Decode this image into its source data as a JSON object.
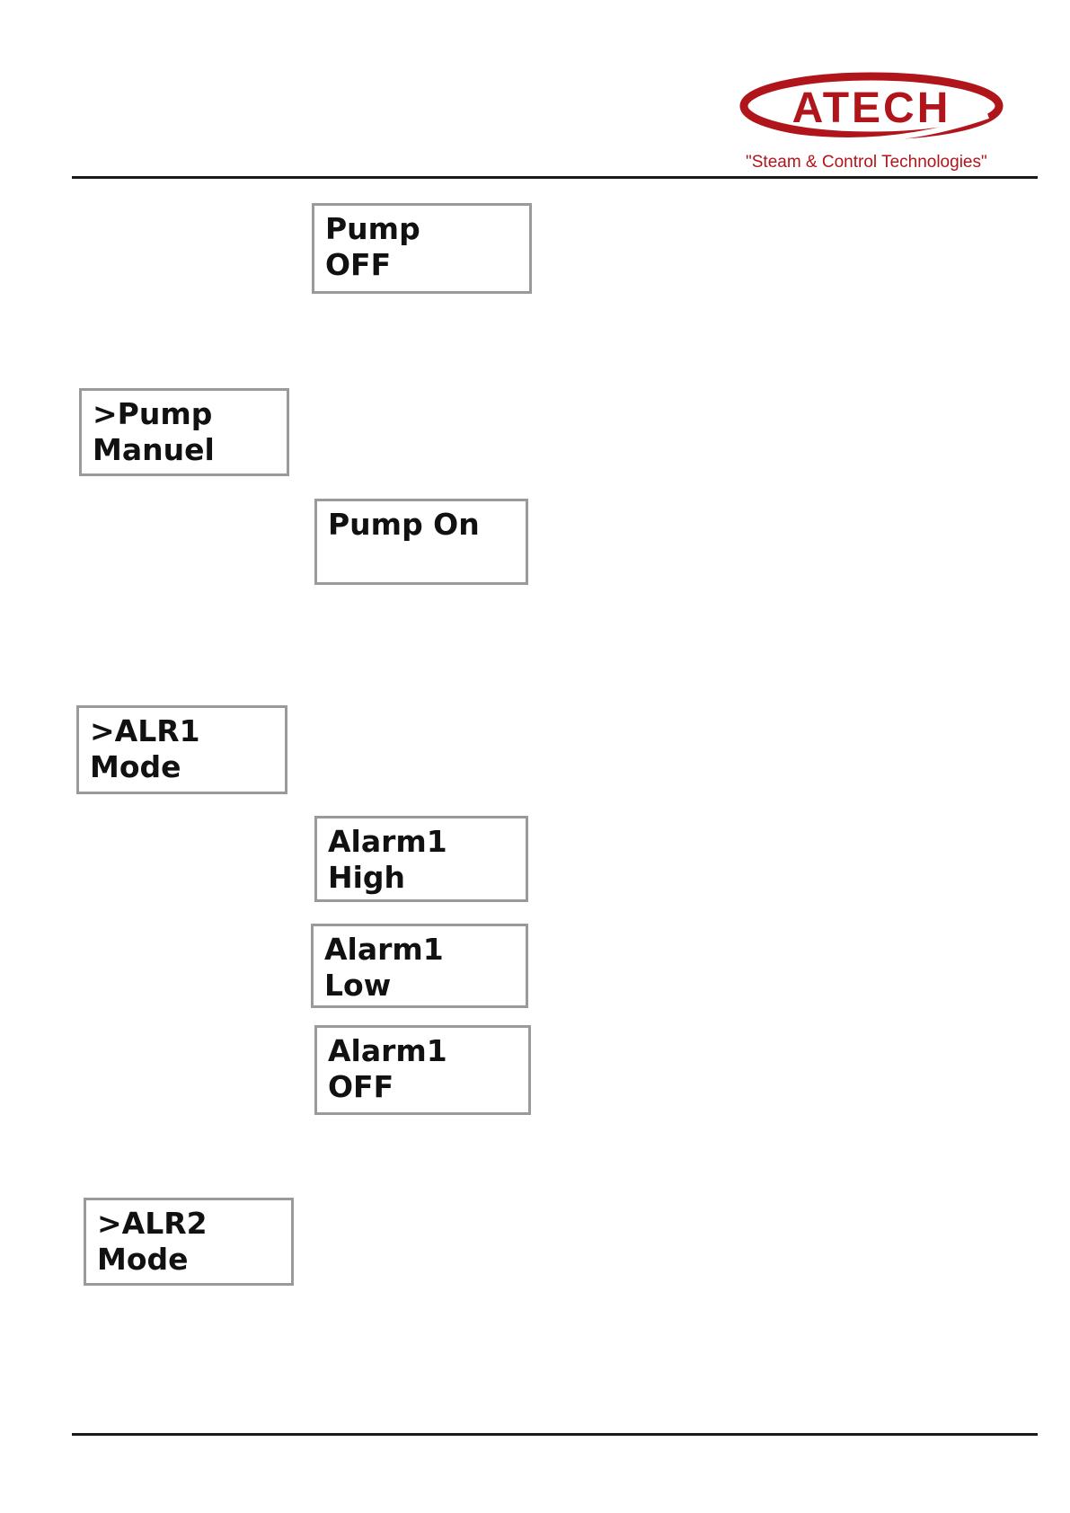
{
  "header": {
    "logo_text": "ATECH",
    "tagline": "\"Steam & Control Technologies\"",
    "brand_color": "#b0151b"
  },
  "screens": [
    {
      "line1": "Pump",
      "line2": "OFF"
    },
    {
      "line1": ">Pump",
      "line2": "Manuel"
    },
    {
      "line1": "Pump On",
      "line2": ""
    },
    {
      "line1": ">ALR1",
      "line2": "Mode"
    },
    {
      "line1": "Alarm1",
      "line2": "High"
    },
    {
      "line1": "Alarm1",
      "line2": "Low"
    },
    {
      "line1": "Alarm1",
      "line2": "OFF"
    },
    {
      "line1": ">ALR2",
      "line2": "Mode"
    }
  ]
}
